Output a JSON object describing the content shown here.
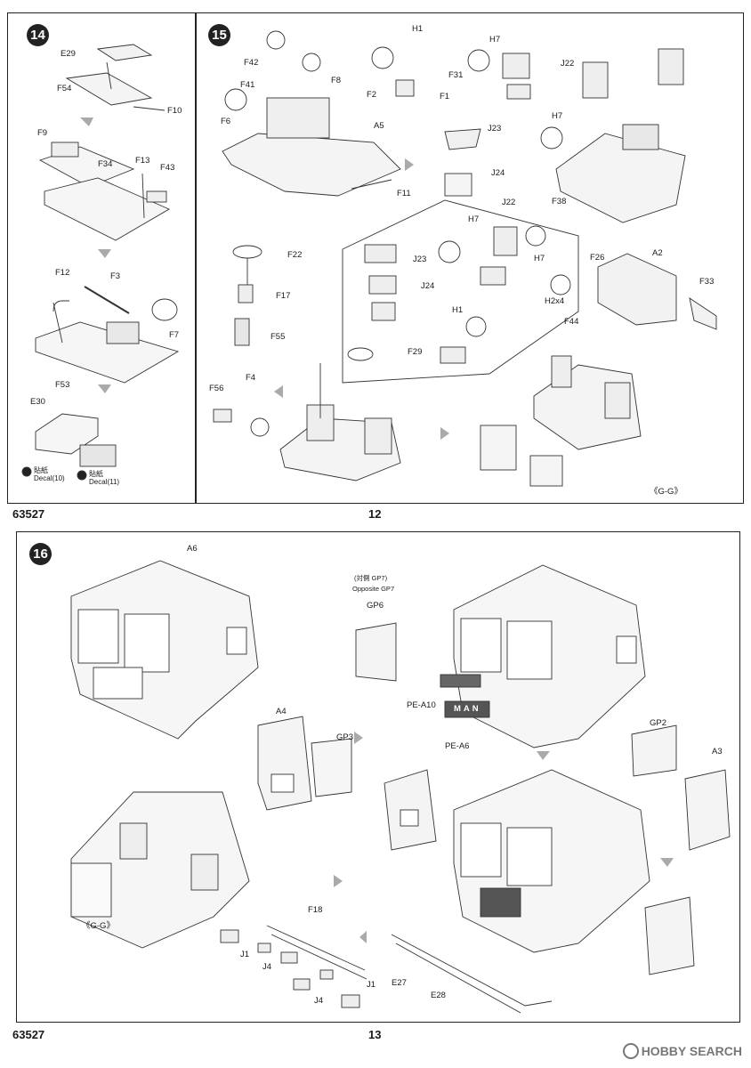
{
  "page_top": {
    "catalog": "63527",
    "page_number": "12",
    "steps": {
      "s14": "14",
      "s15": "15"
    },
    "s14_labels": {
      "E29": "E29",
      "F54": "F54",
      "F10": "F10",
      "F9": "F9",
      "F34": "F34",
      "F13": "F13",
      "F43": "F43",
      "F12": "F12",
      "F3": "F3",
      "F7": "F7",
      "F53": "F53",
      "E30": "E30"
    },
    "decals": {
      "d10_zh": "貼紙",
      "d10": "Decal(10)",
      "d11_zh": "貼紙",
      "d11": "Decal(11)"
    },
    "s15_labels": {
      "F42": "F42",
      "F41": "F41",
      "F8": "F8",
      "F6": "F6",
      "A5": "A5",
      "F11": "F11",
      "H1": "H1",
      "F31": "F31",
      "F2": "F2",
      "F1": "F1",
      "H7": "H7",
      "J22": "J22",
      "H7b": "H7",
      "J23": "J23",
      "J24": "J24",
      "F38": "F38",
      "J22b": "J22",
      "H7c": "H7",
      "H7d": "H7",
      "J23b": "J23",
      "J24b": "J24",
      "H1b": "H1",
      "F29": "F29",
      "F22": "F22",
      "F17": "F17",
      "F55": "F55",
      "F56": "F56",
      "F4": "F4",
      "F26": "F26",
      "A2": "A2",
      "F33": "F33",
      "H2x4": "H2x4",
      "F44": "F44",
      "GG": "《G-G》"
    }
  },
  "page_bottom": {
    "catalog": "63527",
    "page_number": "13",
    "step": "16",
    "labels": {
      "A6": "A6",
      "opp_zh": "(対側 GP7)",
      "opp": "Opposite GP7",
      "GP6": "GP6",
      "A4": "A4",
      "GP3": "GP3",
      "PEA10": "PE-A10",
      "PEA6": "PE-A6",
      "GP2": "GP2",
      "A3": "A3",
      "F18": "F18",
      "J1": "J1",
      "J4": "J4",
      "J4b": "J4",
      "J1b": "J1",
      "E27": "E27",
      "E28": "E28",
      "GG": "《G-G》"
    },
    "man_logo": "MAN"
  },
  "watermark": "HOBBY SEARCH"
}
